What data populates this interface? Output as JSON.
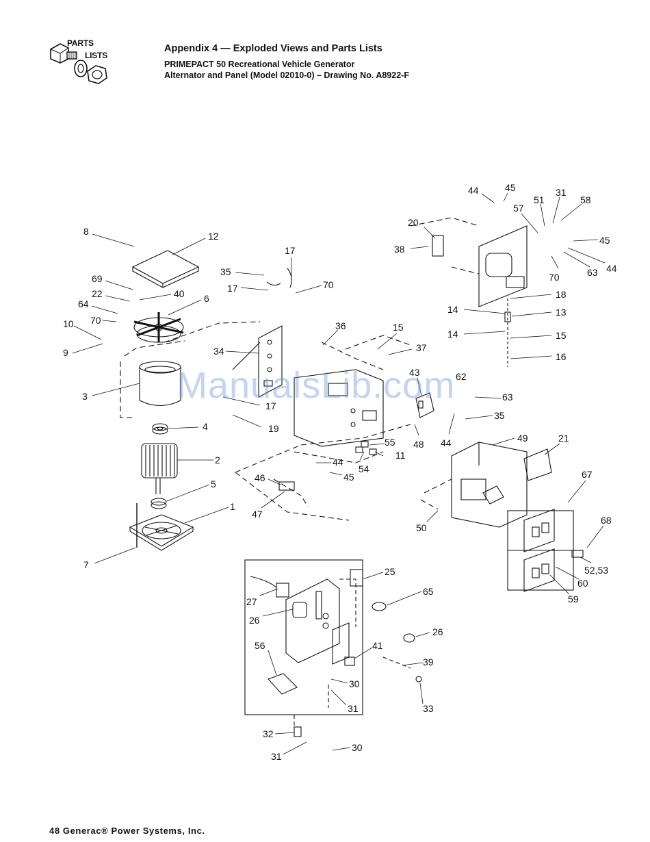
{
  "logo": {
    "line1": "PARTS",
    "line2": "LISTS"
  },
  "header": {
    "title": "Appendix 4 — Exploded Views and Parts Lists",
    "subtitle1": "PRIMEPACT 50 Recreational Vehicle Generator",
    "subtitle2": "Alternator and Panel (Model 02010-0) – Drawing No. A8922-F"
  },
  "watermark": "ManualsLib.com",
  "footer": "48 Generac® Power Systems, Inc.",
  "callouts": [
    "8",
    "12",
    "69",
    "40",
    "22",
    "6",
    "64",
    "70",
    "10",
    "9",
    "3",
    "4",
    "2",
    "5",
    "1",
    "7",
    "35",
    "17",
    "70",
    "17",
    "34",
    "19",
    "17",
    "36",
    "15",
    "37",
    "43",
    "62",
    "63",
    "35",
    "48",
    "44",
    "55",
    "11",
    "54",
    "44",
    "45",
    "46",
    "47",
    "49",
    "21",
    "50",
    "44",
    "45",
    "31",
    "58",
    "51",
    "57",
    "20",
    "38",
    "45",
    "70",
    "63",
    "44",
    "18",
    "14",
    "13",
    "14",
    "15",
    "16",
    "67",
    "68",
    "52,53",
    "60",
    "59",
    "25",
    "65",
    "27",
    "26",
    "26",
    "41",
    "39",
    "56",
    "30",
    "31",
    "33",
    "32",
    "31",
    "30"
  ],
  "icons": [
    "bolt-nut-washer-icon"
  ]
}
